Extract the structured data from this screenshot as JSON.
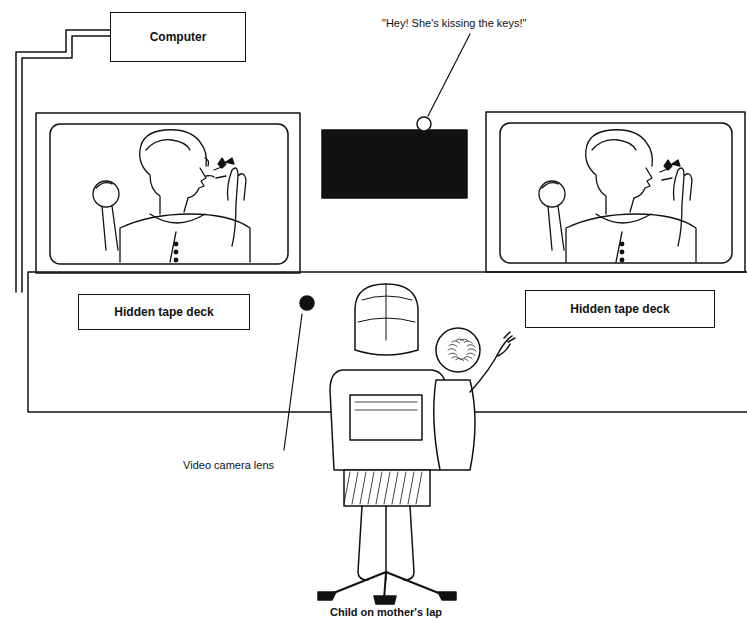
{
  "diagram": {
    "caption": "Child on mother's lap",
    "nodes": [
      {
        "text": [
          "Computer"
        ]
      },
      {
        "text": [
          "Hidden tape deck"
        ]
      },
      {
        "text": [
          "Hidden tape deck"
        ]
      }
    ],
    "labels": [
      "\"Hey! She's kissing the keys!\"",
      "Video camera lens"
    ]
  }
}
